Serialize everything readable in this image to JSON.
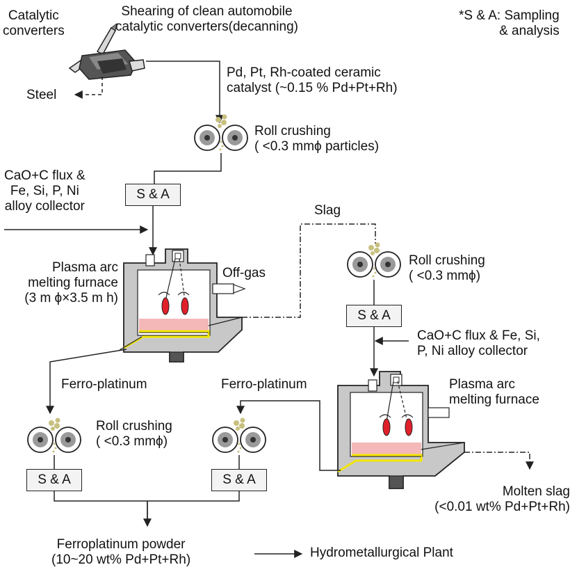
{
  "labels": {
    "catalytic_converters": [
      "Catalytic",
      "converters"
    ],
    "shearing": [
      "Shearing of clean automobile",
      "catalytic converters(decanning)"
    ],
    "legend_note": [
      "*S & A: Sampling",
      "& analysis"
    ],
    "steel": "Steel",
    "coated_catalyst": [
      "Pd, Pt, Rh-coated ceramic",
      "catalyst (~0.15 % Pd+Pt+Rh)"
    ],
    "roll_crushing_1": [
      "Roll crushing",
      "( <0.3 mmϕ particles)"
    ],
    "flux_1": [
      "CaO+C flux &",
      "Fe, Si, P, Ni",
      "alloy collector"
    ],
    "slag": "Slag",
    "furnace_1": [
      "Plasma arc",
      "melting furnace",
      "(3 m ϕ×3.5 m h)"
    ],
    "off_gas": "Off-gas",
    "roll_crushing_2": [
      "Roll crushing",
      "( <0.3 mmϕ)"
    ],
    "flux_2": [
      "CaO+C flux & Fe, Si,",
      "P, Ni alloy collector"
    ],
    "ferro_platinum_1": "Ferro-platinum",
    "ferro_platinum_2": "Ferro-platinum",
    "furnace_2": [
      "Plasma arc",
      "melting furnace"
    ],
    "roll_crushing_3": [
      "Roll crushing",
      "( <0.3 mmϕ)"
    ],
    "molten_slag": [
      "Molten slag",
      "(<0.01 wt% Pd+Pt+Rh)"
    ],
    "ferroplatinum_powder": [
      "Ferroplatinum powder",
      "(10~20 wt% Pd+Pt+Rh)"
    ],
    "hydrometallurgical": "Hydrometallurgical Plant"
  },
  "sa_boxes": {
    "box_1": "S & A",
    "box_2": "S & A",
    "box_3": "S & A",
    "box_4": "S & A"
  },
  "colors": {
    "line": "#222222",
    "furnace_grey": "#c8c8c8",
    "melt_pink": "#f4b8b8",
    "collector_yellow": "#f2e600",
    "arc_red": "#e0202a",
    "particle_khaki": "#c8c080",
    "roller_grey": "#9a9a9a"
  }
}
